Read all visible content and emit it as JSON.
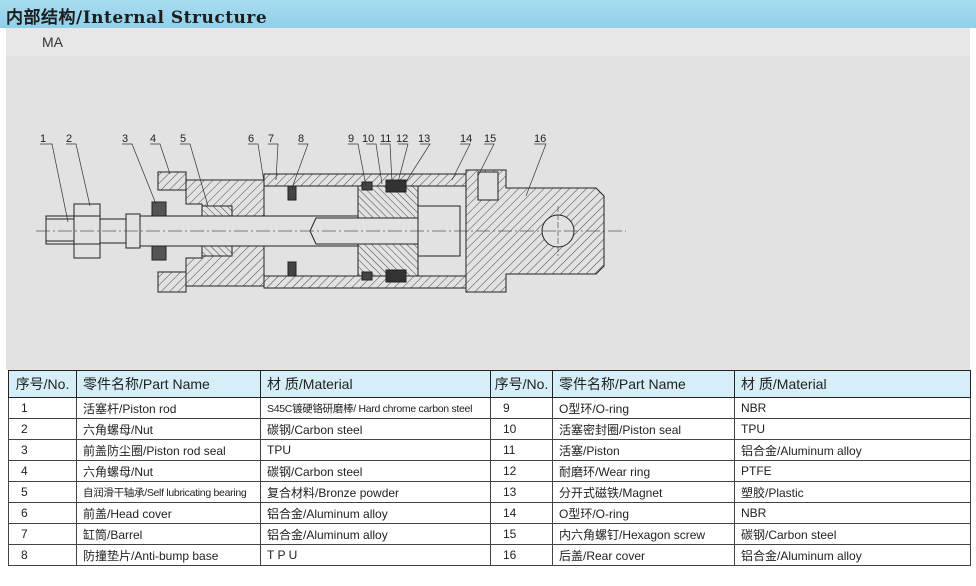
{
  "header": {
    "title": "内部结构/Internal Structure"
  },
  "model": {
    "label": "MA"
  },
  "diagram": {
    "callouts": [
      "1",
      "2",
      "3",
      "4",
      "5",
      "6",
      "7",
      "8",
      "9",
      "10",
      "11",
      "12",
      "13",
      "14",
      "15",
      "16"
    ]
  },
  "table": {
    "headers": {
      "no": "序号/No.",
      "part": "零件名称/Part Name",
      "material": "材 质/Material"
    },
    "left_rows": [
      {
        "no": "1",
        "part": "活塞杆/Piston rod",
        "material": "S45C镀硬铬研磨棒/ Hard chrome carbon steel"
      },
      {
        "no": "2",
        "part": "六角螺母/Nut",
        "material": "碳钢/Carbon steel"
      },
      {
        "no": "3",
        "part": "前盖防尘圈/Piston rod seal",
        "material": "TPU"
      },
      {
        "no": "4",
        "part": "六角螺母/Nut",
        "material": "碳钢/Carbon steel"
      },
      {
        "no": "5",
        "part": "自润滑干轴承/Self lubricating bearing",
        "material": "复合材料/Bronze powder"
      },
      {
        "no": "6",
        "part": "前盖/Head cover",
        "material": "铝合金/Aluminum alloy"
      },
      {
        "no": "7",
        "part": "缸筒/Barrel",
        "material": "铝合金/Aluminum alloy"
      },
      {
        "no": "8",
        "part": "防撞垫片/Anti-bump base",
        "material": "T P U"
      }
    ],
    "right_rows": [
      {
        "no": "9",
        "part": "O型环/O-ring",
        "material": "NBR"
      },
      {
        "no": "10",
        "part": "活塞密封圈/Piston seal",
        "material": "TPU"
      },
      {
        "no": "11",
        "part": "活塞/Piston",
        "material": "铝合金/Aluminum alloy"
      },
      {
        "no": "12",
        "part": "耐磨环/Wear ring",
        "material": "PTFE"
      },
      {
        "no": "13",
        "part": "分开式磁铁/Magnet",
        "material": "塑胶/Plastic"
      },
      {
        "no": "14",
        "part": "O型环/O-ring",
        "material": "NBR"
      },
      {
        "no": "15",
        "part": "内六角螺钉/Hexagon screw",
        "material": "碳钢/Carbon steel"
      },
      {
        "no": "16",
        "part": "后盖/Rear cover",
        "material": "铝合金/Aluminum alloy"
      }
    ]
  }
}
